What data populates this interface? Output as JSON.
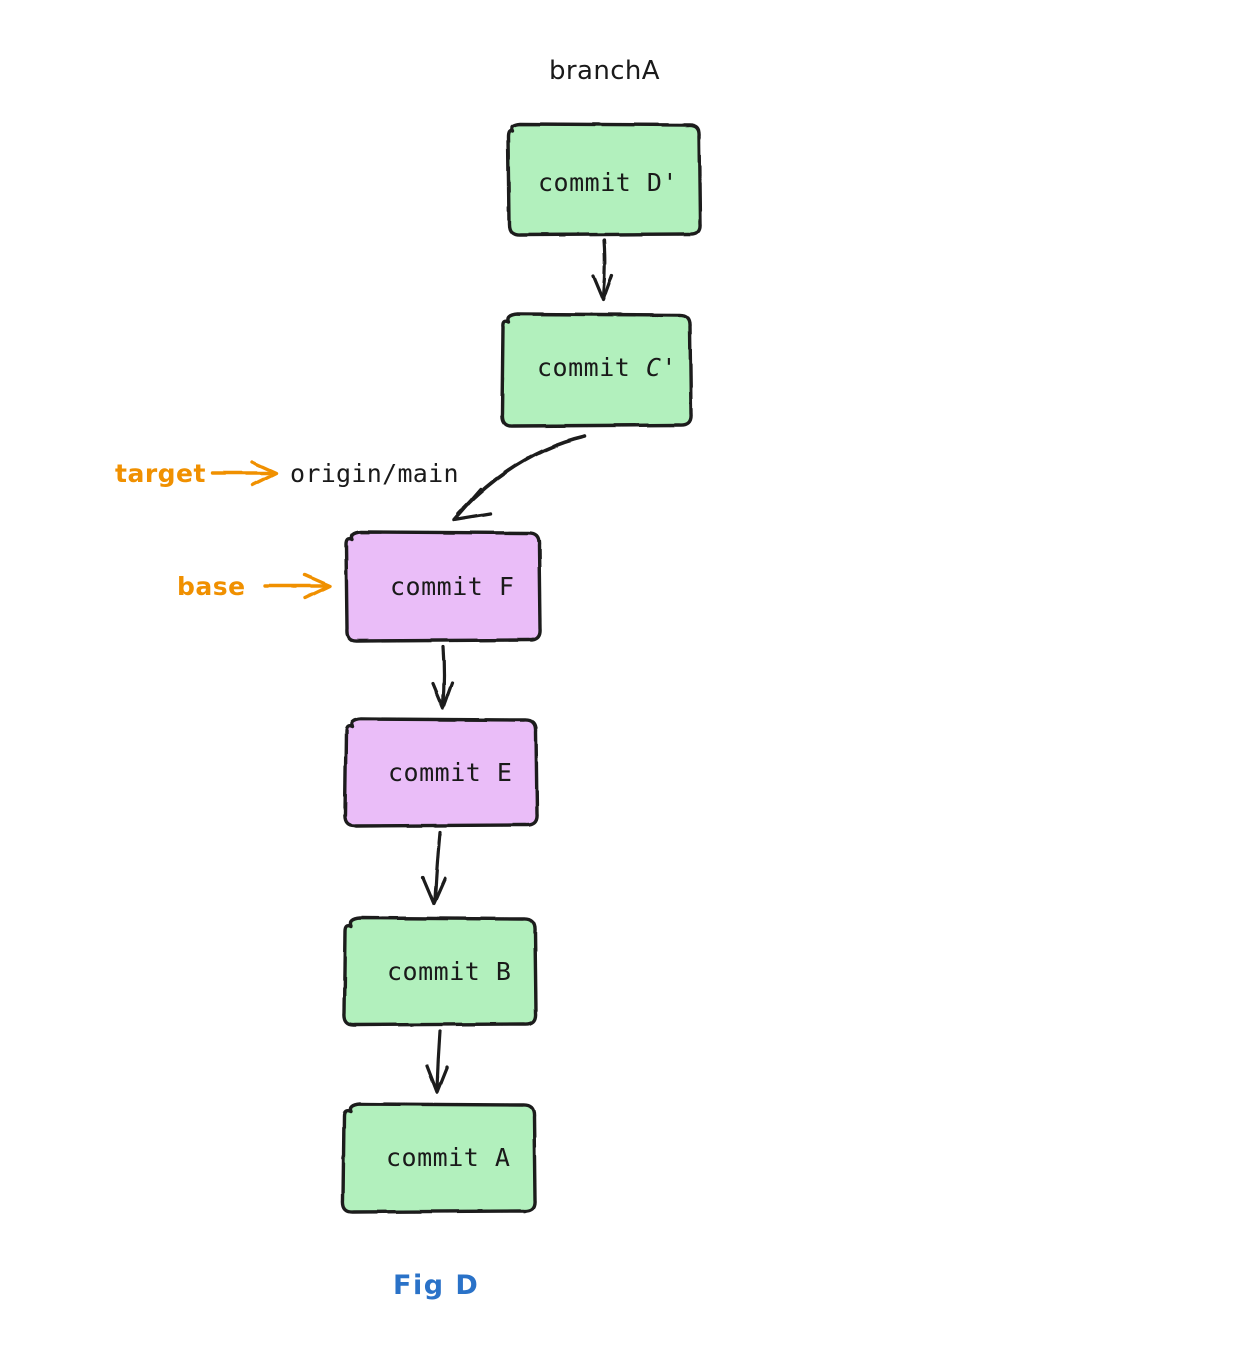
{
  "figure": {
    "caption": "Fig D",
    "caption_color": "#2a72c8"
  },
  "colors": {
    "green_fill": "#b2f0bd",
    "purple_fill": "#eabdf8",
    "node_stroke": "#1a1a1a",
    "arrow_stroke": "#1a1a1a",
    "annotation_orange": "#f09000",
    "label_black": "#1a1a1a",
    "background": "#ffffff"
  },
  "branches": [
    {
      "id": "branchA",
      "label": "branchA"
    }
  ],
  "refs": [
    {
      "id": "origin-main",
      "label": "origin/main"
    }
  ],
  "annotations": [
    {
      "id": "target",
      "label": "target",
      "points_to": "origin/main"
    },
    {
      "id": "base",
      "label": "base",
      "points_to": "commit F"
    }
  ],
  "nodes": [
    {
      "id": "commit-d-prime",
      "label": "commit D'",
      "base_text": "commit D",
      "suffix": "'",
      "suffix_italic": false,
      "color": "green"
    },
    {
      "id": "commit-c-prime",
      "label": "commit C'",
      "base_text": "commit ",
      "suffix": "C'",
      "suffix_italic": true,
      "color": "green"
    },
    {
      "id": "commit-f",
      "label": "commit F",
      "base_text": "commit F",
      "suffix": "",
      "suffix_italic": false,
      "color": "purple"
    },
    {
      "id": "commit-e",
      "label": "commit E",
      "base_text": "commit E",
      "suffix": "",
      "suffix_italic": false,
      "color": "purple"
    },
    {
      "id": "commit-b",
      "label": "commit B",
      "base_text": "commit B",
      "suffix": "",
      "suffix_italic": false,
      "color": "green"
    },
    {
      "id": "commit-a",
      "label": "commit A",
      "base_text": "commit A",
      "suffix": "",
      "suffix_italic": false,
      "color": "green"
    }
  ],
  "edges": [
    {
      "from": "commit-d-prime",
      "to": "commit-c-prime",
      "style": "straight"
    },
    {
      "from": "commit-c-prime",
      "to": "commit-f",
      "style": "curved"
    },
    {
      "from": "commit-f",
      "to": "commit-e",
      "style": "straight"
    },
    {
      "from": "commit-e",
      "to": "commit-b",
      "style": "straight"
    },
    {
      "from": "commit-b",
      "to": "commit-a",
      "style": "straight"
    }
  ]
}
